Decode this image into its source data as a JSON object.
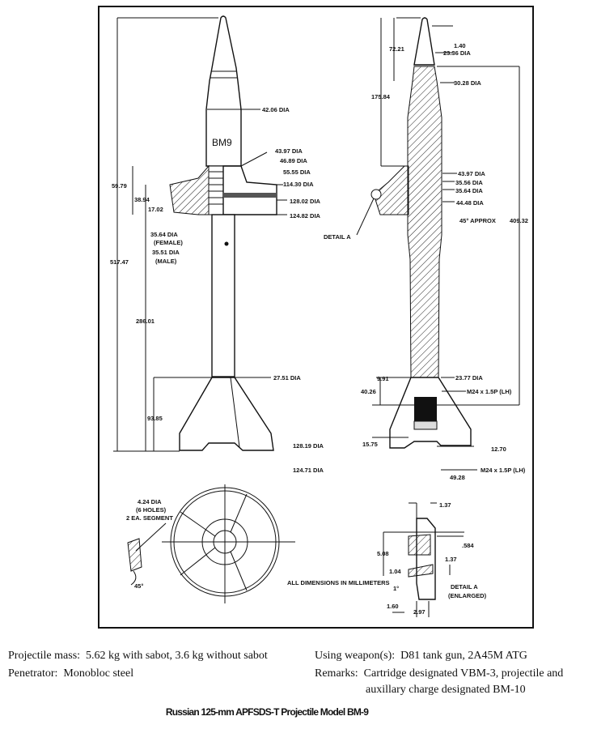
{
  "drawing": {
    "left_view": {
      "label": "BM9",
      "dims": {
        "d1": "42.06 DIA",
        "d2": "43.97 DIA",
        "d3": "46.89 DIA",
        "d4": "55.55 DIA",
        "d5": "114.30 DIA",
        "d6": "128.02 DIA",
        "d7": "124.82 DIA",
        "l1": "59.79",
        "l2": "38.94",
        "l3": "17.02",
        "f1": "35.64 DIA",
        "f1b": "(FEMALE)",
        "m1": "35.51 DIA",
        "m1b": "(MALE)",
        "total": "517.47",
        "len2": "286.01",
        "fin": "93.85",
        "d8": "27.51 DIA",
        "d9": "128.19 DIA",
        "d10": "124.71 DIA"
      }
    },
    "right_view": {
      "dims": {
        "a1": "1.40",
        "a2": "23.36 DIA",
        "a3": "30.28 DIA",
        "a4": "72.21",
        "a5": "175.84",
        "b1": "43.97 DIA",
        "b2": "35.56 DIA",
        "b3": "35.64 DIA",
        "b4": "44.48 DIA",
        "angle": "45° APPROX",
        "len": "409.32",
        "detail": "DETAIL A",
        "c1": "9.91",
        "c2": "40.26",
        "c3": "23.77 DIA",
        "c4": "M24 x 1.5P (LH)",
        "c5": "15.75",
        "c6": "12.70",
        "c7": "M24 x 1.5P (LH)",
        "c8": "49.28"
      }
    },
    "holes": {
      "h1": "4.24 DIA",
      "h2": "(6 HOLES)",
      "h3": "2 EA. SEGMENT",
      "h4": "45°"
    },
    "note": "ALL DIMENSIONS IN MILLIMETERS",
    "detail_a": {
      "t1": "1.37",
      "t2": ".584",
      "t3": "5.08",
      "t4": "1.37",
      "t5": "1.04",
      "t6": "1°",
      "t7": "1.60",
      "t8": "2.97",
      "title": "DETAIL A",
      "sub": "(ENLARGED)"
    }
  },
  "info": {
    "mass_label": "Projectile mass:",
    "mass_value": "5.62 kg with sabot, 3.6 kg without sabot",
    "pen_label": "Penetrator:",
    "pen_value": "Monobloc steel",
    "weapon_label": "Using weapon(s):",
    "weapon_value": "D81 tank gun, 2A45M ATG",
    "remarks_label": "Remarks:",
    "remarks_value1": "Cartridge designated VBM-3, projectile and",
    "remarks_value2": "auxillary charge designated BM-10"
  },
  "caption": "Russian 125-mm APFSDS-T Projectile Model BM-9"
}
